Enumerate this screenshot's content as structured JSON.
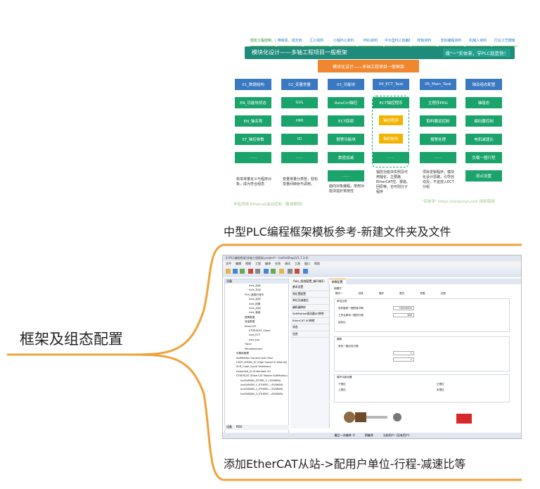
{
  "root": {
    "label": "框架及组态配置"
  },
  "branches": [
    {
      "caption": "中型PLC编程框架模板参考-新建文件夹及文件"
    },
    {
      "caption": "添加EtherCAT从站->配用户单位-行程-减速比等"
    }
  ],
  "framework": {
    "nav": [
      "轻松工程控制、网络编程",
      "带板机、成无双",
      "汇川资料",
      "小程PLC资料",
      "PRG资料",
      "中大型PLC自编程(Codesys)",
      "样板资料",
      "非标编程资料",
      "机械人资料",
      "行业工艺模板"
    ],
    "title": "模块化设计——多轴工程项目一般框架",
    "slogan": "缘\"一\"实体来，学PLC就是快！",
    "header": "模块化设计——多轴工程项目一般框架",
    "columns": [
      {
        "head": "01_数据结构",
        "items": [
          "EN_功能块状态",
          "EN_轴名称",
          "ST_轴控参数",
          "……"
        ],
        "note": "枚举常量定义与程序对象，成为符合组态"
      },
      {
        "head": "02_变量常量",
        "items": [
          "GVL",
          "HMI",
          "IO",
          "……"
        ],
        "note": "变量常量分类管，轻松变量间映射与调用。"
      },
      {
        "head": "03_功能块",
        "items": [
          "AxisCtrl轴控",
          "ECT回调",
          "报警功能块",
          "数值加减",
          "……"
        ],
        "note": "面向对象编程，常用功能块指针常用性"
      },
      {
        "head": "04_ECT_Task",
        "items": [
          "ECT轴控程序",
          "轴控程序",
          "轴初始化",
          "……"
        ],
        "note": "轴控功能块实例及可用轴化，主要路EtherCAT控、报错、回原等，也可则分子程序"
      },
      {
        "head": "05_Main_Task",
        "items": [
          "主程序PRG",
          "取料搬运控制",
          "报警处理",
          "……"
        ],
        "note": "项目逻辑程序，模块化设计思路，引导自动及，不宜放入ECT分组"
      },
      {
        "head": "轴及组态配置",
        "items": [
          "轴组态",
          "编码器控制",
          "电机减速比",
          "负载一圈行程",
          "原点设置"
        ]
      }
    ],
    "watermark_left": "学有所得 Ethercat运动控制（敬请期待）",
    "watermark_right": "\"实体来\" https://xinqunyi.com 授权使用"
  },
  "ide": {
    "title_bar": "E:\\PLC编程框架\\多轴工程框架.project* - InoProShop(V1.7.3.0)",
    "menu": [
      "文件",
      "编辑",
      "视图",
      "工程",
      "编译",
      "在线",
      "调试",
      "工具",
      "窗口",
      "帮助"
    ],
    "tabs": [
      "Axis_组态配置_轴1(轴1)",
      "参数配置"
    ],
    "tree": [
      "Axis_自动",
      "Axis_手动",
      "POU_数据行指令",
      "Axis_自动",
      "Axis_回原",
      "Axis_点动",
      "Axis_轴锁",
      "报警数据",
      "变量数据",
      "EtherCAT",
      "ETHERCAT_Slave",
      "Axis_ECT",
      "Axis_Jog",
      "Trace",
      "Persistentvars",
      "设备库管理",
      "SoftMotion General Axis Pool",
      "HIGH_SPEED_IO (High Speed IO Module)",
      "SCR_Code (Local Variables)",
      "Extended_IO (Extended IO)",
      "ETHERCAT (EtherCAT Master SoftMotion)",
      "InoSV660N_ETHER_Y...(SV660N)",
      "InoSV660N_1_ETHERC...(SV660N)",
      "InoSV660N_2_ETHERC...(SV660N)",
      "InoSV660N_3_ETHERC...(SV660N)"
    ],
    "side_tabs": [
      "基本设置",
      "周位置配置",
      "单位及减速比",
      "编码器映射",
      "SoftMotion驱动器I/O映射",
      "EtherCAT I/O映射",
      "状态",
      "信息"
    ],
    "form_labels": [
      "轴模式",
      "单位比例",
      "电机旋转一圈的脉冲数",
      "工作台移动一圈的行程",
      "齿轮比",
      "模数",
      "电机一圈对应行程",
      "循环功能设置",
      "下限位",
      "上限位",
      "正限位",
      "负限位"
    ],
    "radio_options": [
      "模式一",
      "线性",
      "循环",
      "限位",
      "有限",
      "无限"
    ],
    "values": {
      "pulses_per_rev": "10000000",
      "travel": "360",
      "gear_in": "1",
      "gear_out": "1"
    },
    "bottom_tabs": [
      "设备",
      "POU"
    ],
    "status": [
      "最后一次编译: 0",
      "预编译",
      "当前用户: (没有用户)"
    ]
  }
}
